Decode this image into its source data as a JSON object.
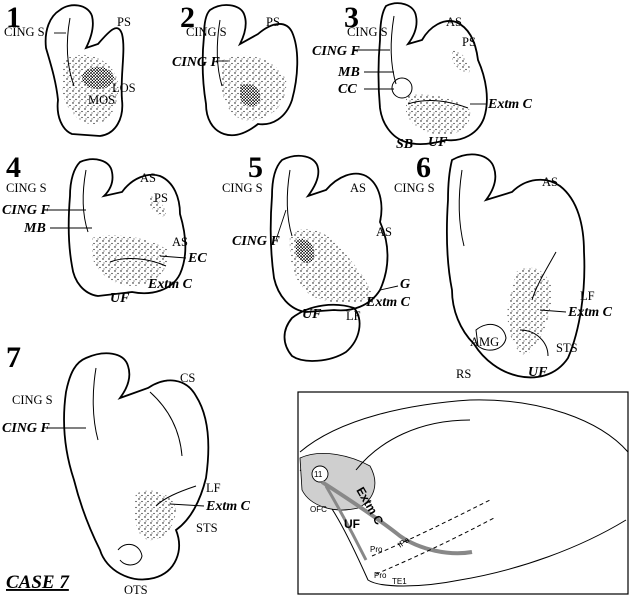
{
  "case_label": "CASE 7",
  "sections": [
    {
      "number": "1",
      "labels": [
        "CING S",
        "PS",
        "LOS",
        "MOS"
      ]
    },
    {
      "number": "2",
      "labels": [
        "CING S",
        "PS",
        "CING F"
      ]
    },
    {
      "number": "3",
      "labels": [
        "CING S",
        "AS",
        "PS",
        "CING F",
        "MB",
        "CC",
        "SB",
        "UF",
        "Extm C"
      ]
    },
    {
      "number": "4",
      "labels": [
        "CING S",
        "AS",
        "PS",
        "CING F",
        "MB",
        "AS",
        "EC",
        "UF",
        "Extm C"
      ]
    },
    {
      "number": "5",
      "labels": [
        "CING S",
        "AS",
        "CING F",
        "AS",
        "G",
        "Extm C",
        "UF",
        "LF"
      ]
    },
    {
      "number": "6",
      "labels": [
        "CING S",
        "AS",
        "LF",
        "Extm C",
        "AMG",
        "STS",
        "RS",
        "UF"
      ]
    },
    {
      "number": "7",
      "labels": [
        "CS",
        "CING S",
        "CING F",
        "LF",
        "Extm C",
        "STS",
        "OTS"
      ]
    }
  ],
  "inset": {
    "area_number": "11",
    "labels": [
      "OFC",
      "Extm C",
      "UF",
      "Pro",
      "Pro",
      "IPa",
      "TE1"
    ]
  },
  "colors": {
    "line": "#000000",
    "background": "#ffffff",
    "inset_shade": "#cfcfcf",
    "tract": "#888888"
  }
}
